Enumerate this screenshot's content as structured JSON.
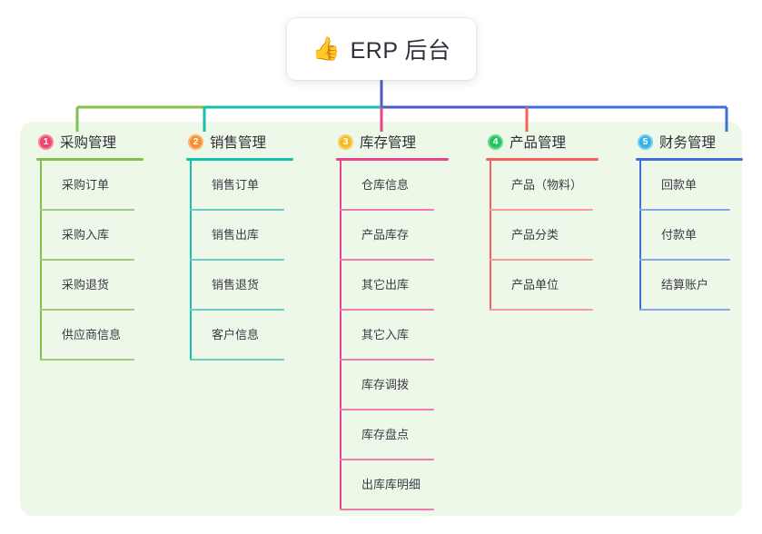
{
  "root": {
    "emoji": "👍",
    "emoji_name": "thumbs-up-icon",
    "title": "ERP 后台"
  },
  "palette": {
    "panel_bg": "#eef8e9",
    "page_bg": "#ffffff",
    "root_trunk": "#4e5ac7",
    "branch_green": "#82bf4b",
    "branch_teal": "#17bfae",
    "branch_pink": "#e8458e",
    "branch_red": "#f4615f",
    "branch_blue": "#3f6fd8",
    "leaf_green": "#9ecb76",
    "leaf_teal": "#69cdc5",
    "leaf_pink": "#ef7bb2",
    "leaf_red": "#f79b99",
    "leaf_blue": "#8aa6e2"
  },
  "columns": [
    {
      "index": "1",
      "badge_color": "#f2456a",
      "rule_color": "#82bf4b",
      "leaf_color": "#9ecb76",
      "title": "采购管理",
      "items": [
        "采购订单",
        "采购入库",
        "采购退货",
        "供应商信息"
      ]
    },
    {
      "index": "2",
      "badge_color": "#f78f2e",
      "rule_color": "#17bfae",
      "leaf_color": "#69cdc5",
      "title": "销售管理",
      "items": [
        "销售订单",
        "销售出库",
        "销售退货",
        "客户信息"
      ]
    },
    {
      "index": "3",
      "badge_color": "#f5bb22",
      "rule_color": "#e8458e",
      "leaf_color": "#ef7bb2",
      "title": "库存管理",
      "items": [
        "仓库信息",
        "产品库存",
        "其它出库",
        "其它入库",
        "库存调拨",
        "库存盘点",
        "出库库明细"
      ]
    },
    {
      "index": "4",
      "badge_color": "#23c45e",
      "rule_color": "#f4615f",
      "leaf_color": "#f79b99",
      "title": "产品管理",
      "items": [
        "产品（物料）",
        "产品分类",
        "产品单位"
      ]
    },
    {
      "index": "5",
      "badge_color": "#34b4e8",
      "rule_color": "#3f6fd8",
      "leaf_color": "#8aa6e2",
      "title": "财务管理",
      "items": [
        "回款单",
        "付款单",
        "结算账户"
      ]
    }
  ]
}
